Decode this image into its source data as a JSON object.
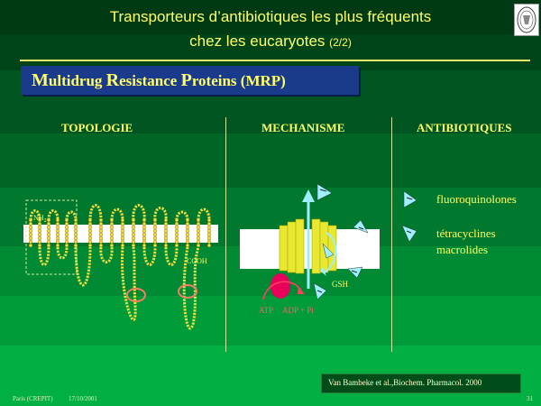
{
  "slide": {
    "title_line1": "Transporteurs d’antibiotiques les plus fréquents",
    "title_line2": "chez les eucaryotes",
    "title_part": "(2/2)",
    "subtitle": {
      "m": "M",
      "m_rest": "ultidrug ",
      "r": "R",
      "r_rest": "esistance ",
      "p": "P",
      "p_rest": "roteins (MRP)"
    }
  },
  "columns": {
    "topologie": "TOPOLOGIE",
    "mechanisme": "MECHANISME",
    "antibiotiques": "ANTIBIOTIQUES"
  },
  "topology_labels": {
    "nh2": "NH",
    "nh2_sub": "2",
    "cooh": "COOH"
  },
  "mechanism_labels": {
    "gsh": "GSH",
    "atp": "ATP",
    "adp": "ADP + Pi"
  },
  "antibiotics": [
    {
      "name": "fluoroquinolones"
    },
    {
      "name": "tétracyclines"
    },
    {
      "name": "macrolides"
    }
  ],
  "reference": "Van Bambeke et al.,Biochem. Pharmacol. 2000",
  "footer": {
    "left": "Paris (CREPIT)",
    "date": "17/10/2001",
    "page": "31"
  },
  "colors": {
    "title": "#ffff66",
    "subtitle_bg": "#1a3a8c",
    "bead": "#f0e040",
    "channel": "#e8e830",
    "atp_oval": "#e8005a",
    "arrow": "#9ff0ff",
    "highlight": "#f08060"
  }
}
